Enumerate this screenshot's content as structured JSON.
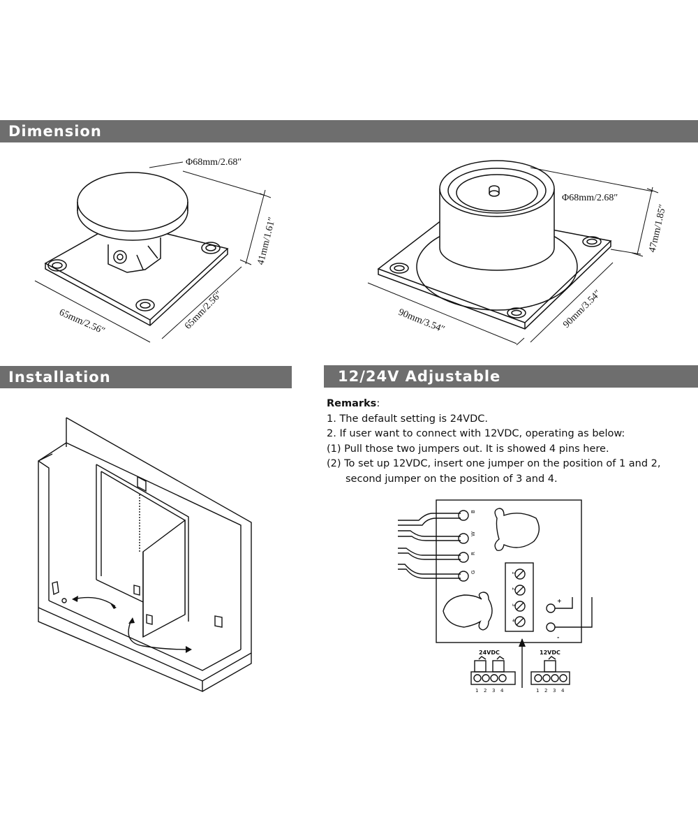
{
  "sections": {
    "dimension": "Dimension",
    "installation": "Installation",
    "adjustable": "12/24V Adjustable"
  },
  "dimensions": {
    "small": {
      "diameter": "Φ68mm/2.68″",
      "height": "41mm/1.61″",
      "width": "65mm/2.56″",
      "depth": "65mm/2.56″"
    },
    "large": {
      "diameter": "Φ68mm/2.68″",
      "height": "47mm/1.85″",
      "width": "90mm/3.54″",
      "depth": "90mm/3.54″"
    }
  },
  "remarks": {
    "title": "Remarks",
    "colon": ":",
    "lines": [
      "1. The default setting is 24VDC.",
      "2. If user want to connect with 12VDC, operating as below:",
      "(1) Pull those two jumpers out. It is showed 4 pins here.",
      "(2) To set up 12VDC, insert one jumper on the position of 1 and 2,",
      "second jumper on the position of 3 and 4."
    ]
  },
  "wiring": {
    "wires": [
      "B",
      "W",
      "R",
      "G"
    ],
    "pins": [
      "1",
      "2",
      "3",
      "4"
    ],
    "plus": "+",
    "minus": "-",
    "label_24": "24VDC",
    "label_12": "12VDC"
  }
}
